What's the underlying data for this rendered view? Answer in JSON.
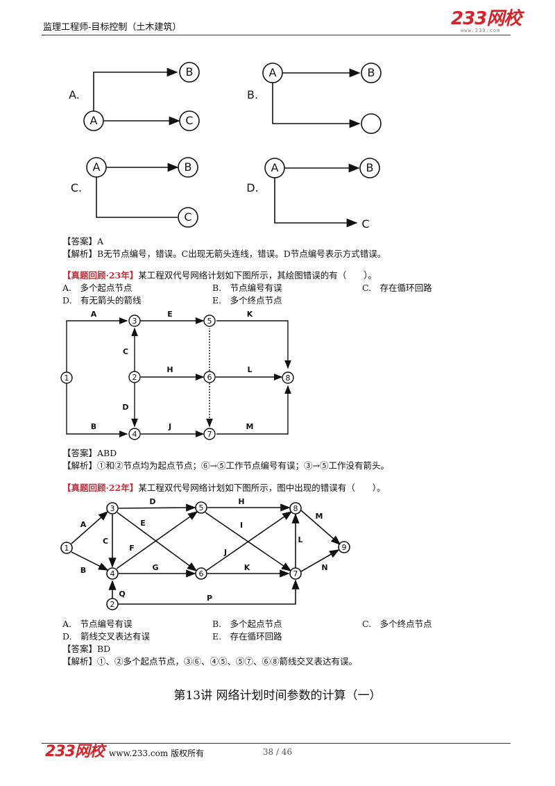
{
  "header": {
    "title": "监理工程师-目标控制（土木建筑）",
    "logo": "233网校",
    "logo_sub": "www.233.com"
  },
  "q_prev": {
    "options": [
      {
        "letter": "A.",
        "from": "A",
        "to": [
          "B",
          "C"
        ]
      },
      {
        "letter": "B.",
        "from": "A",
        "to": [
          "B",
          ""
        ]
      },
      {
        "letter": "C.",
        "from": "A",
        "to": [
          "B",
          "C"
        ]
      },
      {
        "letter": "D.",
        "from": "A",
        "to": [
          "B",
          "C"
        ]
      }
    ],
    "answer": "【答案】A",
    "analysis": "【解析】B无节点编号，错误。C出现无箭头连线，错误。D节点编号表示方式错误。"
  },
  "q23": {
    "tag": "【真题回顾·23年】",
    "stem": "某工程双代号网络计划如下图所示，其绘图错误的有（　　）。",
    "options": [
      "A.　多个起点节点",
      "B.　节点编号有误",
      "C.　存在循环回路",
      "D.　有无箭头的箭线",
      "E.　多个终点节点"
    ],
    "diagram": {
      "nodes": [
        "1",
        "2",
        "3",
        "4",
        "5",
        "6",
        "7",
        "8"
      ],
      "activities": [
        "A",
        "E",
        "K",
        "C",
        "H",
        "L",
        "D",
        "B",
        "J",
        "M"
      ]
    },
    "answer": "【答案】ABD",
    "analysis": "【解析】①和②节点均为起点节点；⑥→⑤工作节点编号有误；③→⑤工作没有箭头。"
  },
  "q22": {
    "tag": "【真题回顾·22年】",
    "stem": "某工程双代号网络计划如下图所示，图中出现的错误有（　　）。",
    "options": [
      "A.　节点编号有误",
      "B.　多个起点节点",
      "C.　多个终点节点",
      "D.　箭线交叉表达有误",
      "E.　存在循环回路"
    ],
    "diagram": {
      "nodes": [
        "1",
        "2",
        "3",
        "4",
        "5",
        "6",
        "7",
        "8",
        "9"
      ],
      "activities": [
        "A",
        "B",
        "C",
        "D",
        "E",
        "F",
        "G",
        "H",
        "I",
        "J",
        "K",
        "L",
        "M",
        "N",
        "P",
        "Q"
      ]
    },
    "answer": "【答案】BD",
    "analysis": "【解析】①、②多个起点节点，③⑥、④⑤、⑤⑦、⑥⑧箭线交叉表达有误。"
  },
  "lecture_title": "第13讲 网络计划时间参数的计算（一）",
  "footer": {
    "logo": "233网校",
    "site": "www.233.com 版权所有",
    "page": "38 / 46"
  },
  "colors": {
    "accent": "#d4242a",
    "recall": "#c0323a",
    "ink": "#111111"
  }
}
